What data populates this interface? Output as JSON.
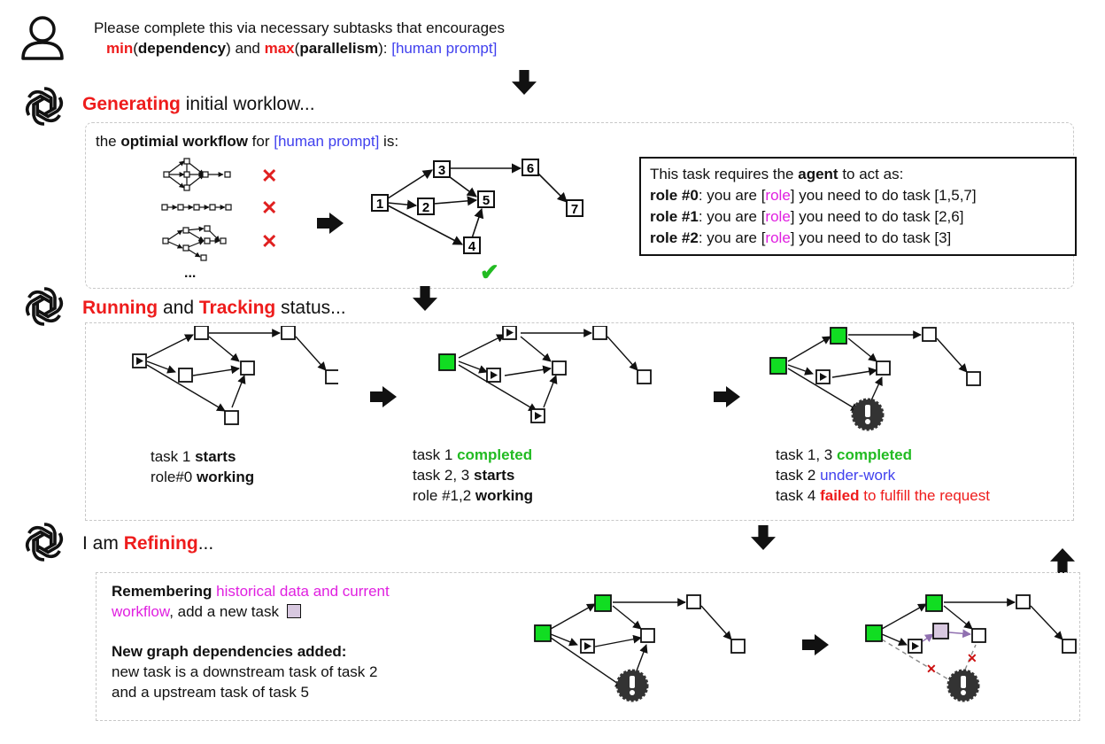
{
  "prompt": {
    "line1": "Please complete this via necessary subtasks that encourages",
    "min": "min",
    "dependency": "dependency",
    "and": "and",
    "max": "max",
    "parallelism": "parallelism",
    "human_prompt": "[human prompt]"
  },
  "step1": {
    "keyword": "Generating",
    "rest": "initial worklow...",
    "box_the": "the",
    "box_optimal": "optimial workflow",
    "box_for": "for",
    "box_prompt": "[human prompt]",
    "box_is": "is:",
    "ellipsis": "...",
    "cross": "✕",
    "check": "✔",
    "nodes": [
      "1",
      "2",
      "3",
      "4",
      "5",
      "6",
      "7"
    ],
    "roles": {
      "intro_a": "This task requires the",
      "intro_agent": "agent",
      "intro_b": "to act as:",
      "rows": [
        {
          "label": "role #0",
          "a": ": you are ",
          "role": "role",
          "b": " you need to do task [1,5,7]"
        },
        {
          "label": "role #1",
          "a": ": you are ",
          "role": "role",
          "b": " you need to do task [2,6]"
        },
        {
          "label": "role #2",
          "a": ": you are ",
          "role": "role",
          "b": " you need to do task [3]"
        }
      ]
    }
  },
  "step2": {
    "kw1": "Running",
    "and": "and",
    "kw2": "Tracking",
    "rest": "status...",
    "cap1": {
      "l1a": "task 1 ",
      "l1b": "starts",
      "l2a": "role#0 ",
      "l2b": "working"
    },
    "cap2": {
      "l1a": "task 1 ",
      "l1b": "completed",
      "l2a": "task 2, 3 ",
      "l2b": "starts",
      "l3a": "role #1,2 ",
      "l3b": "working"
    },
    "cap3": {
      "l1a": "task 1, 3 ",
      "l1b": "completed",
      "l2a": "task 2 ",
      "l2b": "under-work",
      "l3a": "task 4 ",
      "l3b": "failed",
      "l3c": " to fulfill the request"
    }
  },
  "step3": {
    "a": "I am",
    "kw": "Refining",
    "rest": "...",
    "remember_b": "Remembering",
    "remember_m": "historical data and current",
    "remember_m2": "workflow",
    "remember_rest": ", add a new task",
    "new_title": "New graph dependencies added:",
    "new_l1": "new task is a downstream task of task 2",
    "new_l2": "and a upstream task of task 5"
  },
  "colors": {
    "red": "#ee1c1c",
    "blue": "#4040ee",
    "magenta": "#e020e0",
    "green": "#22cc22",
    "lavender": "#d8c8e0"
  }
}
